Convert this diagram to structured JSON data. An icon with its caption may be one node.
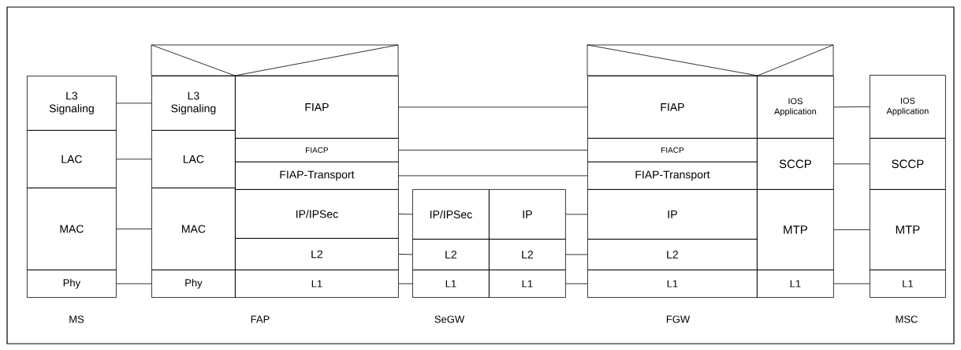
{
  "diagram": {
    "nodes": [
      {
        "text": [
          "L3 Signaling"
        ]
      },
      {
        "text": [
          "LAC"
        ]
      },
      {
        "text": [
          "MAC"
        ]
      },
      {
        "text": [
          "Phy"
        ]
      },
      {
        "text": [
          "L3 Signaling"
        ]
      },
      {
        "text": [
          "LAC"
        ]
      },
      {
        "text": [
          "MAC"
        ]
      },
      {
        "text": [
          "Phy"
        ]
      },
      {
        "text": [
          "FIAP"
        ]
      },
      {
        "text": [
          "FIACP"
        ]
      },
      {
        "text": [
          "FIAP-Transport"
        ]
      },
      {
        "text": [
          "IP/IPSec"
        ]
      },
      {
        "text": [
          "L2"
        ]
      },
      {
        "text": [
          "L1"
        ]
      },
      {
        "text": [
          "IP/IPSec"
        ]
      },
      {
        "text": [
          "IP"
        ]
      },
      {
        "text": [
          "L2"
        ]
      },
      {
        "text": [
          "L2"
        ]
      },
      {
        "text": [
          "L1"
        ]
      },
      {
        "text": [
          "L1"
        ]
      },
      {
        "text": [
          "FIAP"
        ]
      },
      {
        "text": [
          "FIACP"
        ]
      },
      {
        "text": [
          "FIAP-Transport"
        ]
      },
      {
        "text": [
          "IP"
        ]
      },
      {
        "text": [
          "L2"
        ]
      },
      {
        "text": [
          "L1"
        ]
      },
      {
        "text": [
          "IOS Application"
        ]
      },
      {
        "text": [
          "SCCP"
        ]
      },
      {
        "text": [
          "MTP"
        ]
      },
      {
        "text": [
          "L1"
        ]
      },
      {
        "text": [
          "IOS Application"
        ]
      },
      {
        "text": [
          "SCCP"
        ]
      },
      {
        "text": [
          "MTP"
        ]
      },
      {
        "text": [
          "L1"
        ]
      }
    ],
    "edges": [
      {
        "from": 0,
        "to": 4,
        "arrow": "none"
      },
      {
        "from": 1,
        "to": 5,
        "arrow": "none"
      },
      {
        "from": 2,
        "to": 6,
        "arrow": "none"
      },
      {
        "from": 3,
        "to": 7,
        "arrow": "none"
      },
      {
        "from": 8,
        "to": 20,
        "arrow": "none"
      },
      {
        "from": 9,
        "to": 21,
        "arrow": "none"
      },
      {
        "from": 10,
        "to": 22,
        "arrow": "none"
      },
      {
        "from": 11,
        "to": 14,
        "arrow": "none"
      },
      {
        "from": 12,
        "to": 16,
        "arrow": "none"
      },
      {
        "from": 13,
        "to": 18,
        "arrow": "none"
      },
      {
        "from": 15,
        "to": 23,
        "arrow": "none"
      },
      {
        "from": 17,
        "to": 24,
        "arrow": "none"
      },
      {
        "from": 19,
        "to": 25,
        "arrow": "none"
      },
      {
        "from": 26,
        "to": 30,
        "arrow": "none"
      },
      {
        "from": 27,
        "to": 31,
        "arrow": "none"
      },
      {
        "from": 28,
        "to": 32,
        "arrow": "none"
      },
      {
        "from": 29,
        "to": 33,
        "arrow": "none"
      }
    ],
    "labels": [
      "MS",
      "FAP",
      "SeGW",
      "FGW",
      "MSC"
    ]
  }
}
